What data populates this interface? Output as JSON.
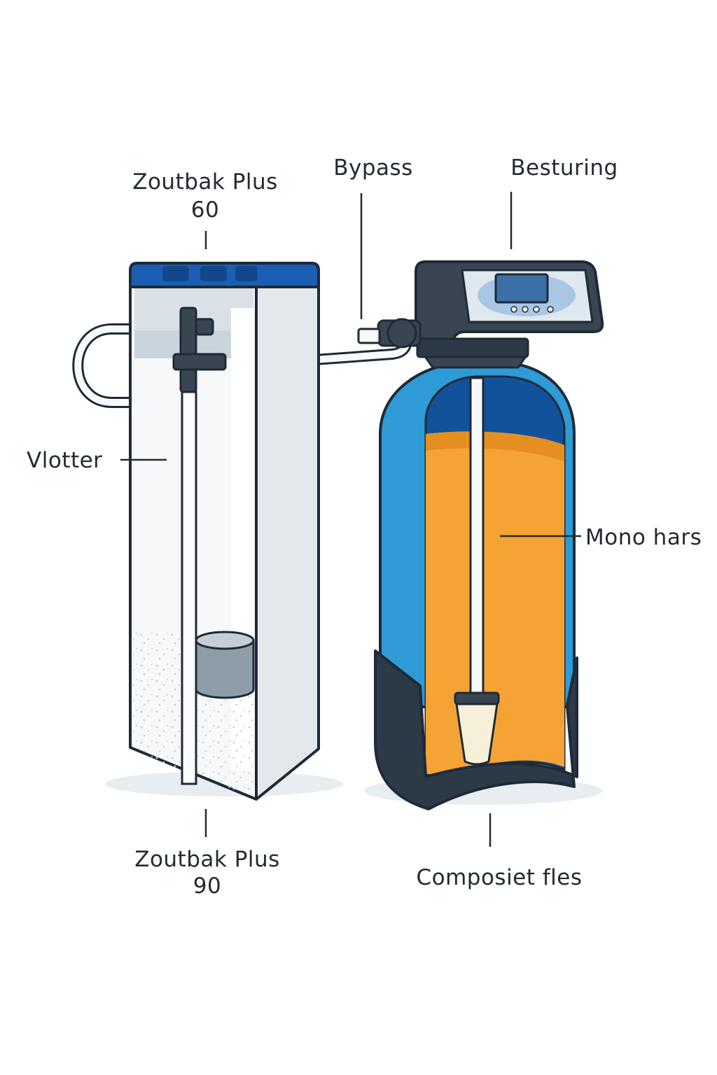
{
  "labels": {
    "salt_tank_top_line1": "Zoutbak Plus",
    "salt_tank_top_line2": "60",
    "bypass": "Bypass",
    "control": "Besturing",
    "float": "Vlotter",
    "resin": "Mono hars",
    "salt_tank_bottom_line1": "Zoutbak Plus",
    "salt_tank_bottom_line2": "90",
    "vessel": "Composiet fles"
  },
  "colors": {
    "outline": "#1f2a36",
    "tank_lid": "#1a5fb4",
    "tank_body": "#f4f6f8",
    "brine_level": "#c9d4dc",
    "float_body": "#8e9ea8",
    "vessel_blue": "#2e9ad6",
    "vessel_dark_blue": "#12529a",
    "resin": "#f6a335",
    "resin_top": "#e58f22",
    "base": "#2c3947",
    "valve_head": "#3a4552",
    "display_panel": "#dfe7ef",
    "display_screen": "#3c6ea8",
    "strainer": "#f6f0d9"
  },
  "icons": {
    "salt_tank": "salt-tank-icon",
    "float": "float-valve-icon",
    "vessel": "resin-vessel-icon",
    "control": "control-head-icon",
    "bypass": "bypass-valve-icon"
  }
}
